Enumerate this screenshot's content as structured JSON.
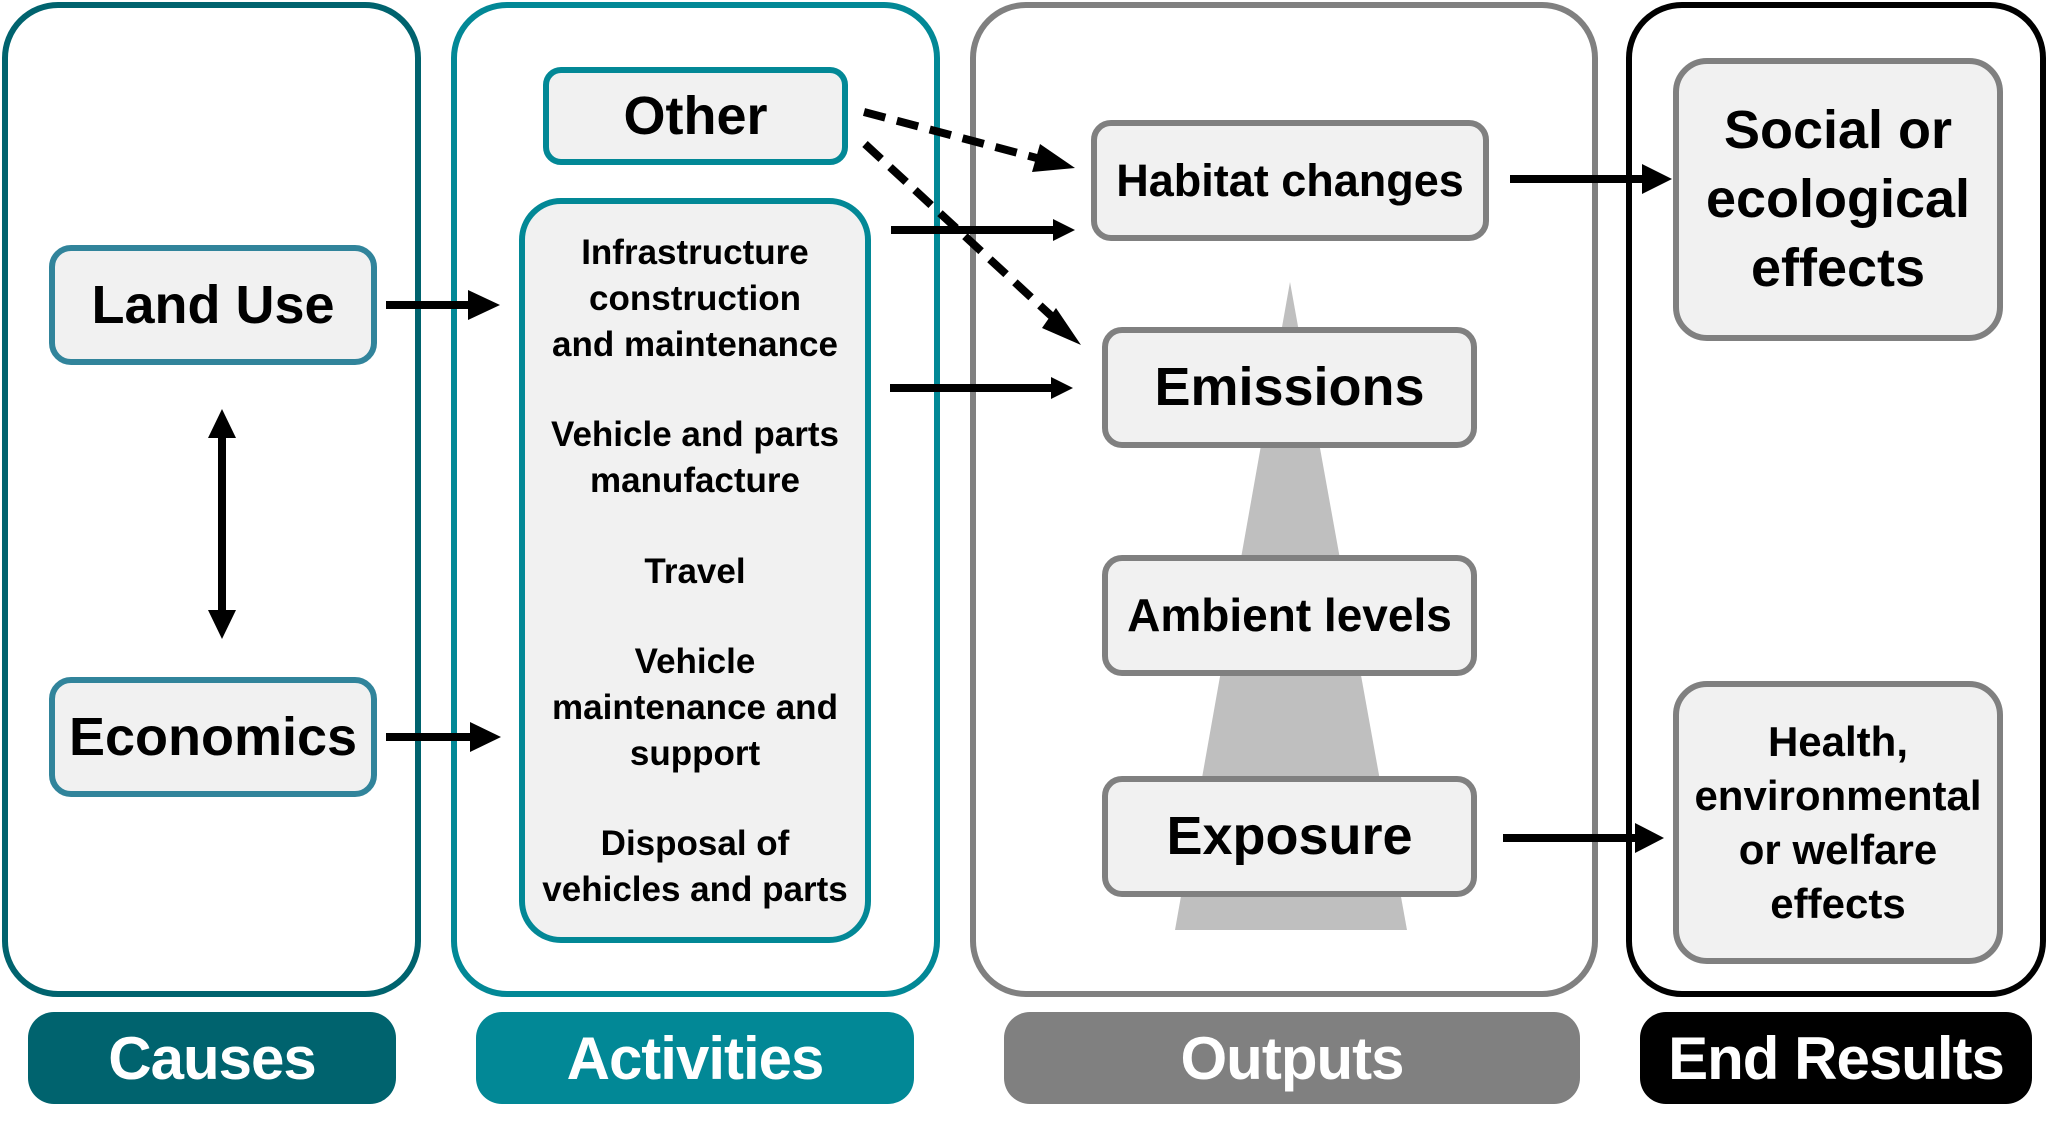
{
  "colors": {
    "causes": "#00636e",
    "causes_box_border": "#31849b",
    "activities": "#028896",
    "outputs": "#808080",
    "end_results": "#000000",
    "box_fill": "#f1f1f1",
    "triangle": "#bfbfbf",
    "arrow": "#000000"
  },
  "columns": {
    "causes": {
      "label": "Causes",
      "boxes": {
        "land_use": "Land Use",
        "economics": "Economics"
      }
    },
    "activities": {
      "label": "Activities",
      "other": "Other",
      "items": [
        "Infrastructure\nconstruction\nand maintenance",
        "Vehicle and parts\nmanufacture",
        "Travel",
        "Vehicle\nmaintenance and\nsupport",
        "Disposal of\nvehicles and parts"
      ]
    },
    "outputs": {
      "label": "Outputs",
      "boxes": {
        "habitat": "Habitat changes",
        "emissions": "Emissions",
        "ambient": "Ambient levels",
        "exposure": "Exposure"
      }
    },
    "end_results": {
      "label": "End Results",
      "boxes": {
        "social": "Social or\necological\neffects",
        "health": "Health,\nenvironmental\nor welfare\neffects"
      }
    }
  },
  "connections": [
    {
      "from": "Land Use",
      "to": "Activities",
      "style": "solid"
    },
    {
      "from": "Economics",
      "to": "Activities",
      "style": "solid"
    },
    {
      "from": "Land Use",
      "to": "Economics",
      "style": "solid-bidirectional"
    },
    {
      "from": "Other",
      "to": "Habitat changes",
      "style": "dashed"
    },
    {
      "from": "Other",
      "to": "Emissions",
      "style": "dashed"
    },
    {
      "from": "Activities",
      "to": "Habitat changes",
      "style": "solid"
    },
    {
      "from": "Activities",
      "to": "Emissions",
      "style": "solid"
    },
    {
      "from": "Habitat changes",
      "to": "Social or ecological effects",
      "style": "solid"
    },
    {
      "from": "Exposure",
      "to": "Health, environmental or welfare effects",
      "style": "solid"
    }
  ]
}
